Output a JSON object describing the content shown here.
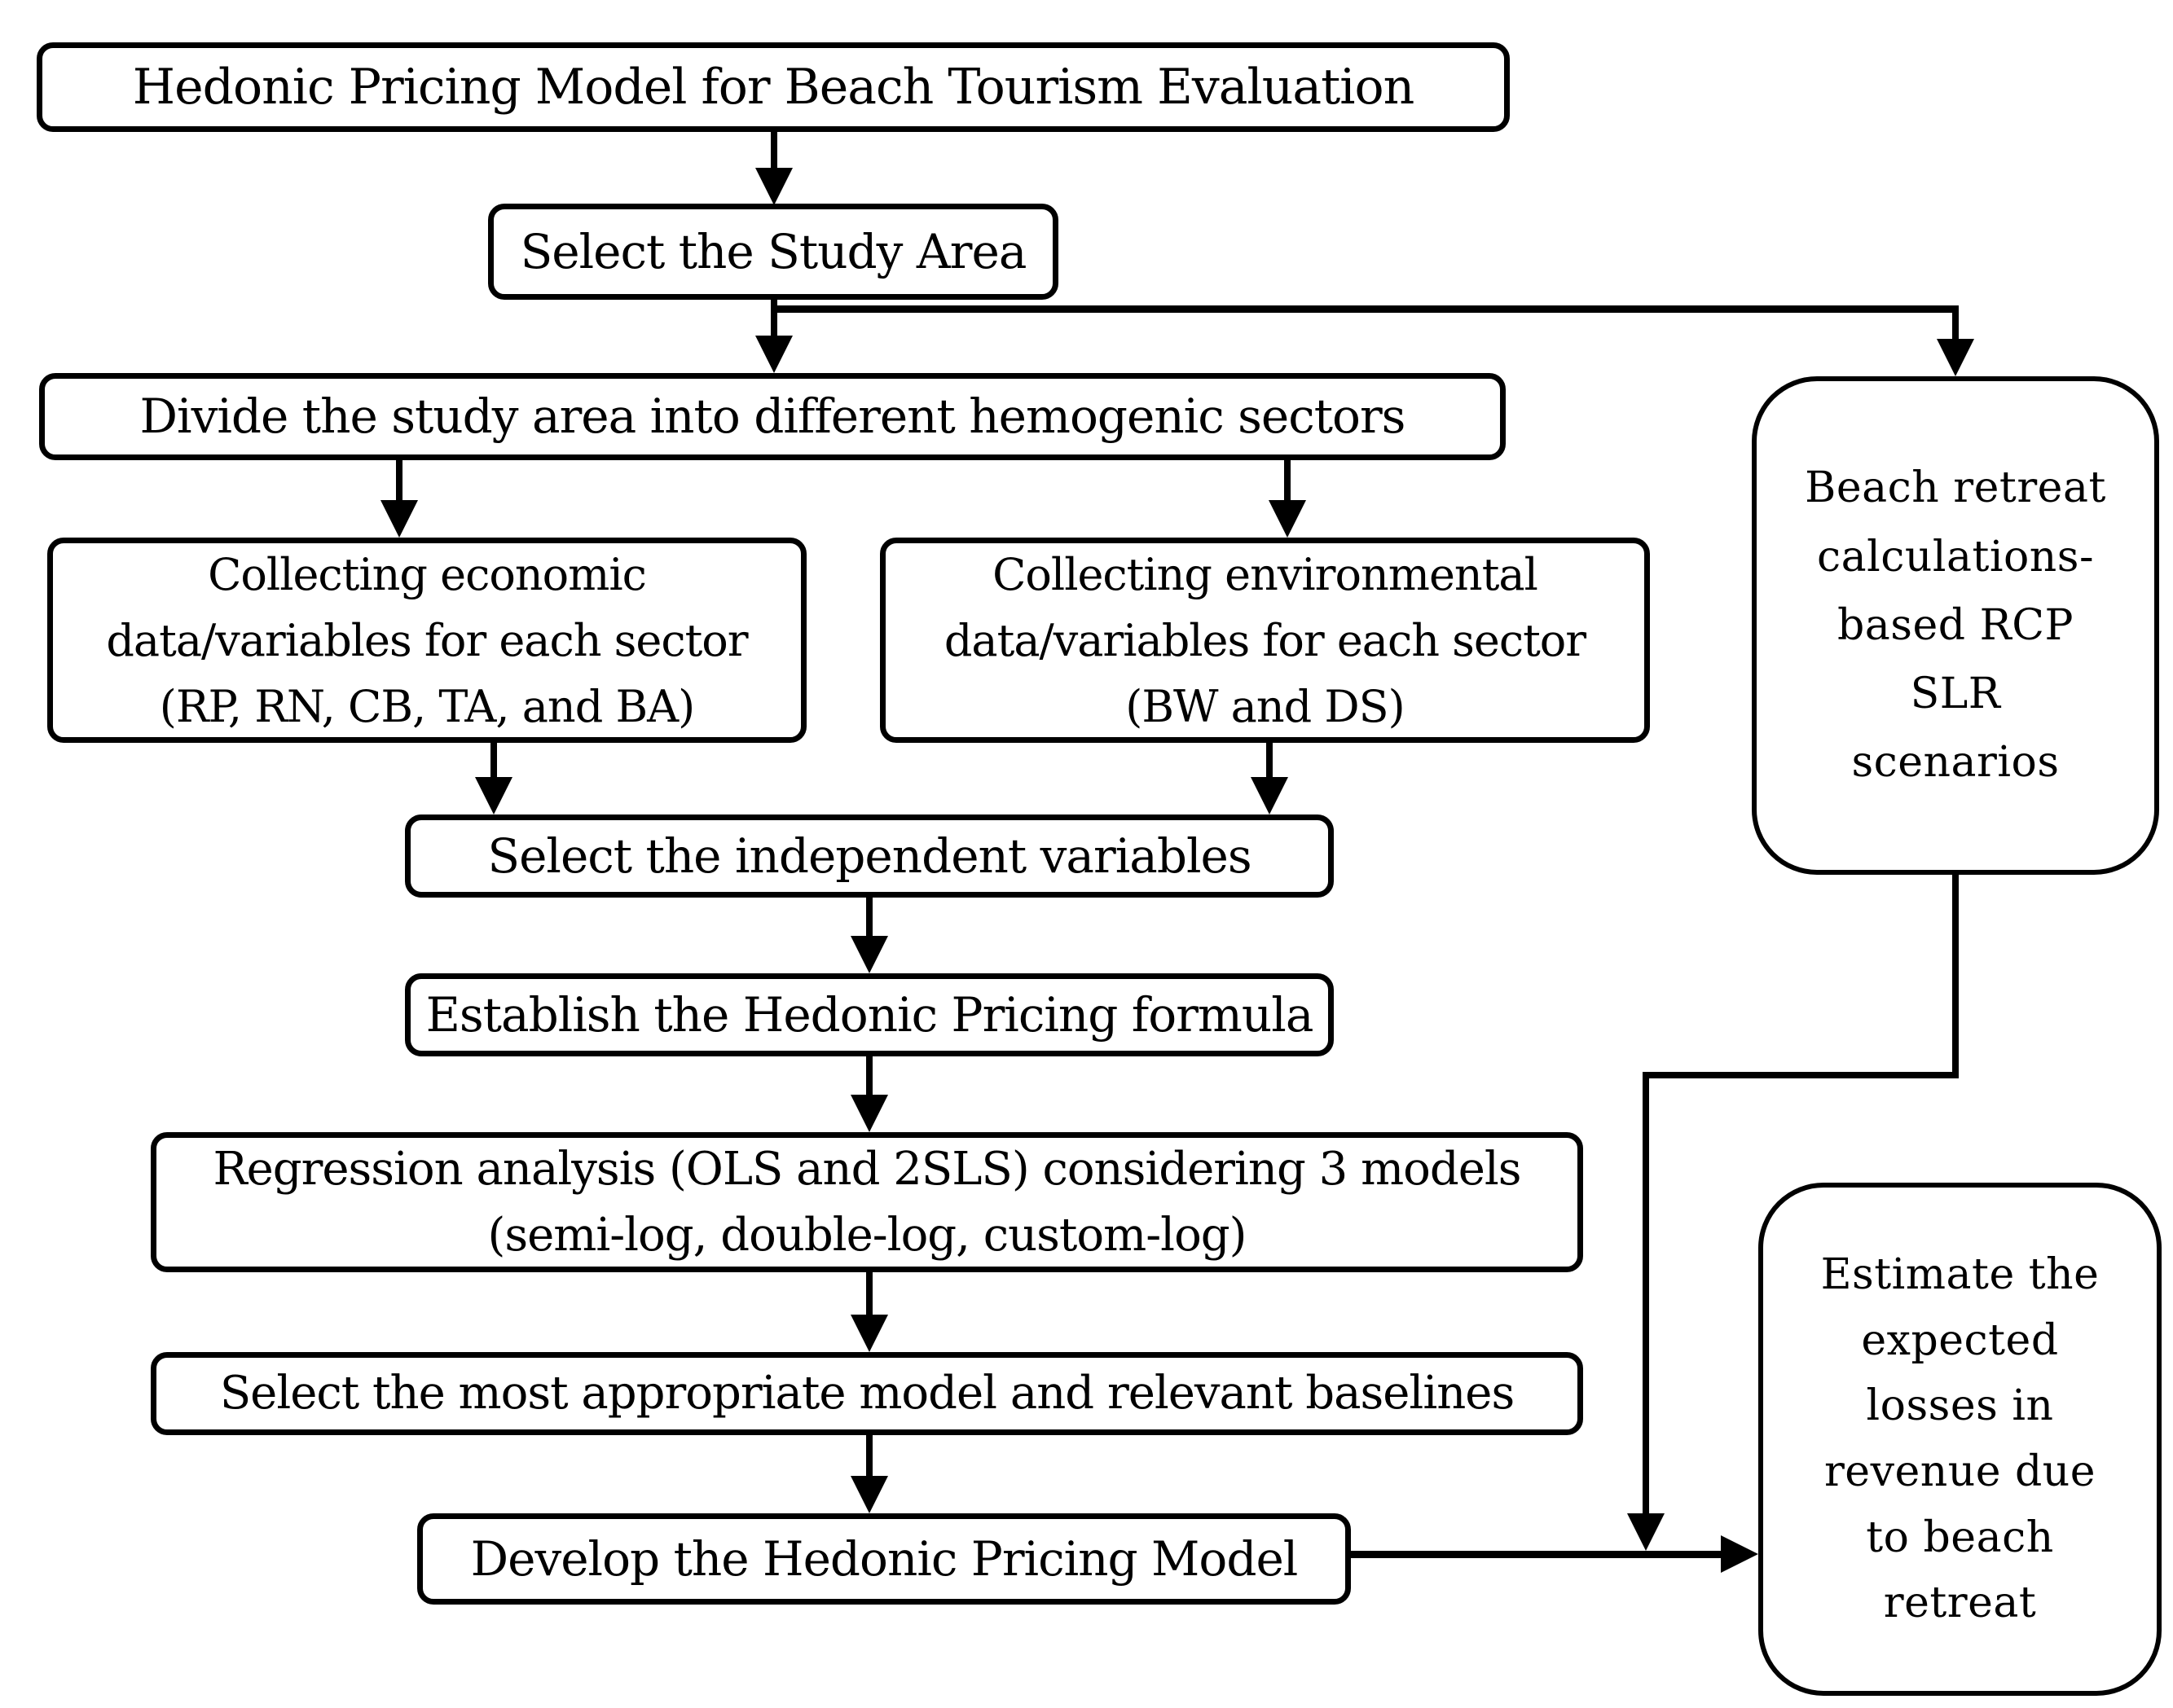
{
  "diagram": {
    "title": "Hedonic Pricing Model for Beach Tourism Evaluation",
    "colors": {
      "line": "#000000",
      "box_background": "#ffffff",
      "page_background": "#ffffff",
      "text": "#000000"
    },
    "boxes": {
      "top": "Hedonic Pricing Model for Beach Tourism Evaluation",
      "select_area": "Select the Study Area",
      "divide": "Divide the study area into different hemogenic sectors",
      "collect_economic": "Collecting economic\ndata/variables for each sector\n(RP, RN, CB, TA,  and BA)",
      "collect_environmental": "Collecting environmental\ndata/variables for each sector\n(BW and DS)",
      "beach_retreat": "Beach retreat\ncalculations-\nbased RCP\nSLR\nscenarios",
      "select_independent": "Select the independent variables",
      "establish_formula": "Establish the Hedonic Pricing formula",
      "regression": "Regression analysis (OLS and 2SLS) considering 3 models\n(semi-log, double-log, custom-log)",
      "select_model": "Select the most appropriate model and relevant baselines",
      "develop_model": "Develop the Hedonic Pricing Model",
      "estimate_losses": "Estimate the\nexpected\nlosses in\nrevenue due\nto beach\nretreat"
    }
  }
}
